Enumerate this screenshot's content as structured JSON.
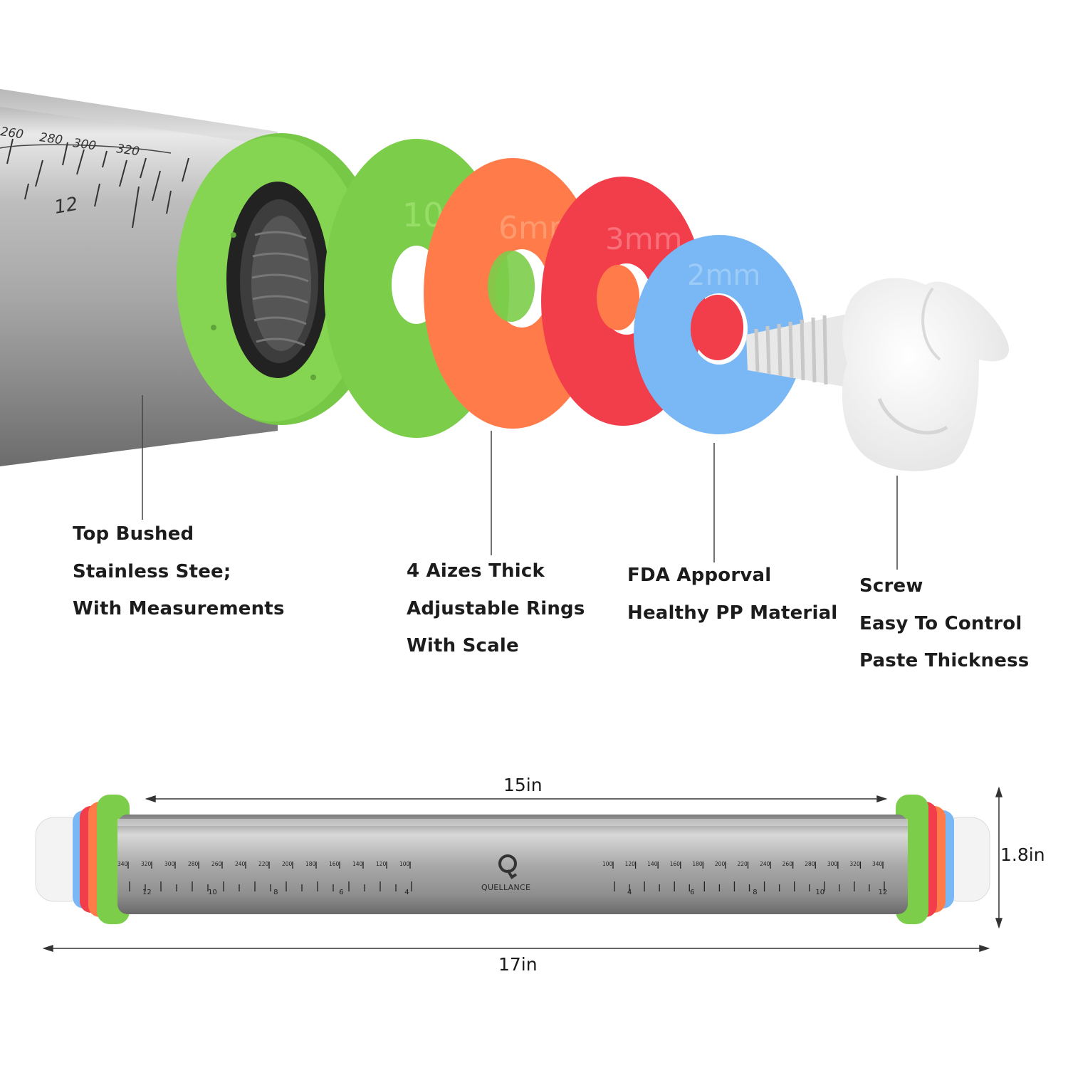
{
  "callouts": {
    "steel": {
      "line1": "Top Bushed",
      "line2": "Stainless Stee;",
      "line3": "With Measurements"
    },
    "rings": {
      "line1": "4 Aizes Thick",
      "line2": "Adjustable Rings",
      "line3": "With Scale"
    },
    "material": {
      "line1": "FDA Apporval",
      "line2": "Healthy PP Material"
    },
    "screw": {
      "line1": "Screw",
      "line2": "Easy To Control",
      "line3": "Paste Thickness"
    }
  },
  "ring_labels": [
    "10mm",
    "6mm",
    "3mm",
    "2mm"
  ],
  "ring_colors": {
    "green": "#7dcf4a",
    "orange": "#ff7a47",
    "red": "#f23d4a",
    "blue": "#78b6f4",
    "white": "#f2f2f2"
  },
  "closeup_scale": {
    "numbers": [
      "260",
      "280",
      "300",
      "320"
    ],
    "inch": "12"
  },
  "dimensions": {
    "inner_length": "15in",
    "total_length": "17in",
    "diameter": "1.8in"
  },
  "brand": "QUELLANCE",
  "left_scale": {
    "mm": [
      "340",
      "320",
      "300",
      "280",
      "260",
      "240",
      "220",
      "200",
      "180",
      "160",
      "140",
      "120",
      "100"
    ],
    "inch": [
      "12",
      "10",
      "8",
      "6",
      "4"
    ]
  },
  "right_scale": {
    "mm": [
      "100",
      "120",
      "140",
      "160",
      "180",
      "200",
      "220",
      "240",
      "260",
      "280",
      "300",
      "320",
      "340"
    ],
    "inch": [
      "4",
      "6",
      "8",
      "10",
      "12"
    ]
  }
}
